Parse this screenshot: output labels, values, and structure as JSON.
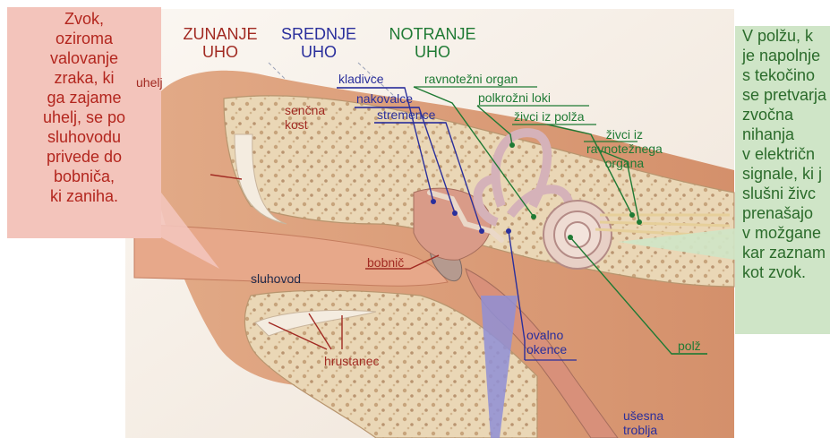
{
  "left_callout": "Zvok,\noziroma\nvalovanje\nzraka, ki\nga zajame\nuhelj, se po\nsluhovodu\nprivede do\nbobniča,\nki zaniha.",
  "right_callout": "V polžu, k\nje napolnje\n s tekočino\nse pretvarja\n zvočna\n nihanja\nv električn\nsignale, ki j\n slušni živc\n prenašajo\nv možgane\nkar zaznam\n kot zvok.",
  "headings": {
    "outer": "ZUNANJE\nUHO",
    "middle": "SREDNJE\nUHO",
    "inner": "NOTRANJE\nUHO"
  },
  "labels": {
    "uhelj": "uhelj",
    "sencna_kost": "senčna\nkost",
    "sluhovod": "sluhovod",
    "bobnic": "bobnič",
    "hrustanec": "hrustanec",
    "kladivce": "kladivce",
    "nakovalce": "nakovalce",
    "stremence": "stremence",
    "ovalno_okence": "ovalno\nokence",
    "usesna_troblja": "ušesna\ntroblja",
    "ravnotezni_organ": "ravnotežni organ",
    "polkrozni_loki": "polkrožni loki",
    "zivci_iz_polza": "živci iz polža",
    "zivci_ravnotezja": "živci iz\nravnotežnega\norgana",
    "polz": "polž"
  },
  "colors": {
    "outer": "#a12a22",
    "middle": "#2a2f9c",
    "inner": "#1f7a34",
    "left_box": "#f3c4bb",
    "right_box": "#cfe5c7"
  }
}
